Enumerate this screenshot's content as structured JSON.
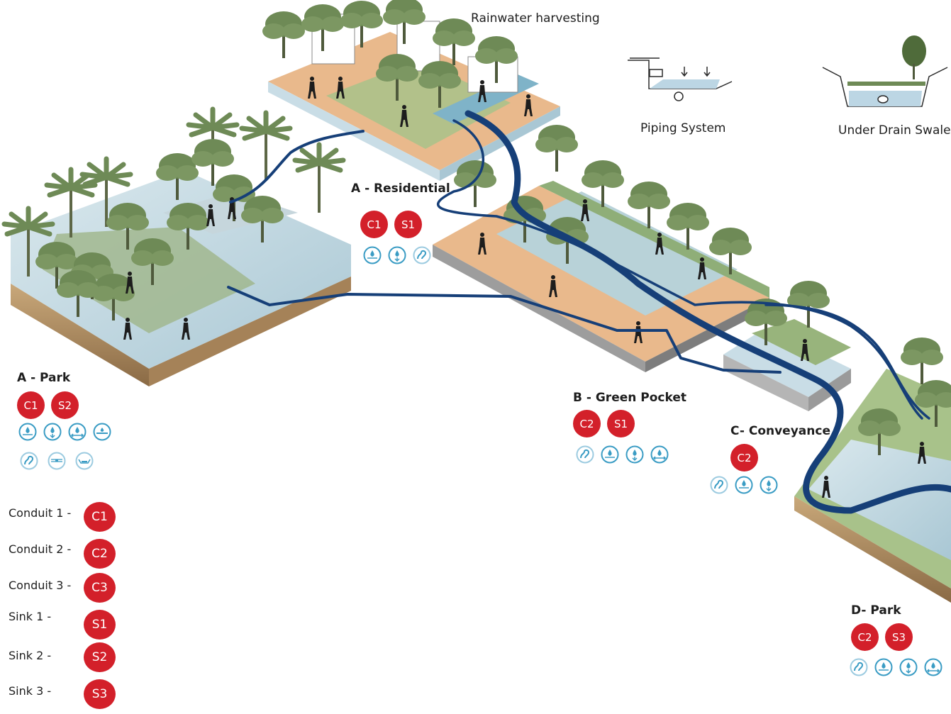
{
  "labels": {
    "rainwater": "Rainwater harvesting",
    "piping": "Piping System",
    "swale": "Under Drain Swale"
  },
  "zones": [
    {
      "title": "A - Park",
      "badges": [
        "C1",
        "S2"
      ],
      "icons": [
        "infiltration-icon",
        "filtration-icon",
        "retention-icon",
        "detention-icon",
        "conveyance-icon",
        "pipe-icon",
        "swale-icon"
      ]
    },
    {
      "title": "A - Residential",
      "badges": [
        "C1",
        "S1"
      ],
      "icons": [
        "infiltration-icon",
        "filtration-icon",
        "conveyance-icon"
      ]
    },
    {
      "title": "B - Green Pocket",
      "badges": [
        "C2",
        "S1"
      ],
      "icons": [
        "conveyance-icon",
        "infiltration-icon",
        "filtration-icon",
        "retention-icon"
      ]
    },
    {
      "title": "C- Conveyance",
      "badges": [
        "C2"
      ],
      "icons": [
        "conveyance-icon",
        "infiltration-icon",
        "filtration-icon"
      ]
    },
    {
      "title": "D- Park",
      "badges": [
        "C2",
        "S3"
      ],
      "icons": [
        "conveyance-icon",
        "infiltration-icon",
        "filtration-icon",
        "retention-icon"
      ]
    }
  ],
  "legend": [
    {
      "label": "Conduit 1 -",
      "code": "C1"
    },
    {
      "label": "Conduit 2 -",
      "code": "C2"
    },
    {
      "label": "Conduit 3 -",
      "code": "C3"
    },
    {
      "label": "Sink  1 -",
      "code": "S1"
    },
    {
      "label": "Sink 2 -",
      "code": "S2"
    },
    {
      "label": "Sink 3 -",
      "code": "S3"
    }
  ],
  "colors": {
    "badge": "#d3202a",
    "flow_line": "#163f78",
    "tree": "#6e8a56",
    "water": "#c9dde6",
    "paving": "#e9b98c",
    "soil": "#b9966a",
    "icon_stroke": "#3a9cc4"
  }
}
